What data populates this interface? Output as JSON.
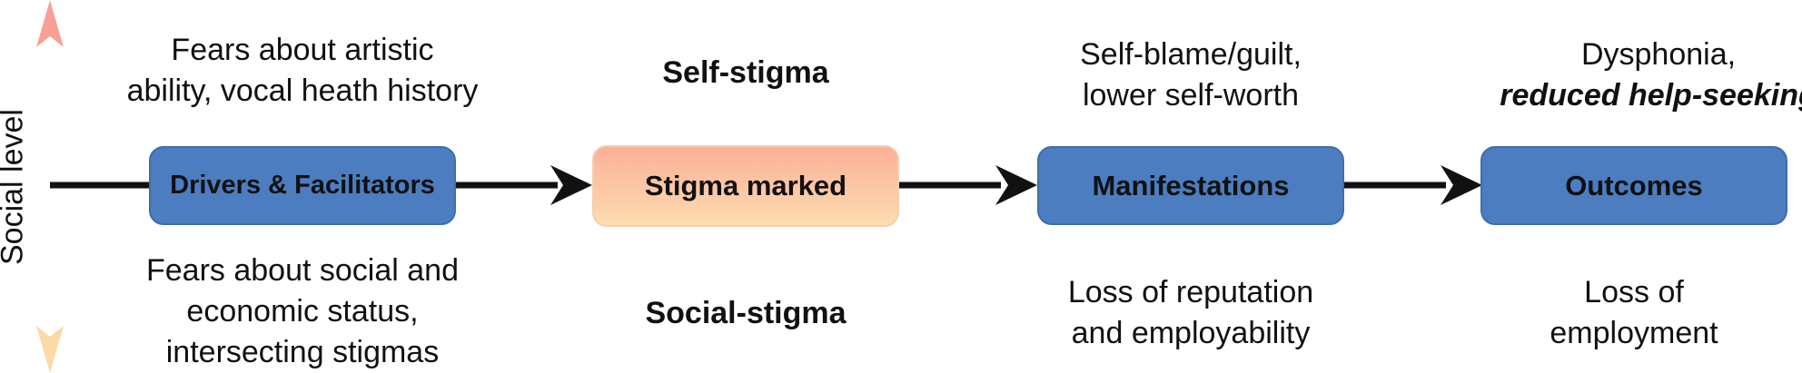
{
  "axis": {
    "label": "Social level",
    "colors": {
      "top": "#f7a196",
      "bottom": "#fdd9a8",
      "line": "#111111"
    }
  },
  "nodes": {
    "drivers": {
      "label": "Drivers & Facilitators"
    },
    "stigma": {
      "label": "Stigma marked"
    },
    "manifestations": {
      "label": "Manifestations"
    },
    "outcomes": {
      "label": "Outcomes"
    }
  },
  "annotations": {
    "drivers_top": [
      "Fears about artistic",
      "ability, vocal heath history"
    ],
    "drivers_bottom": [
      "Fears about social and",
      "economic status,",
      "intersecting stigmas"
    ],
    "stigma_top": "Self-stigma",
    "stigma_bottom": "Social-stigma",
    "manifestations_top": [
      "Self-blame/guilt,",
      "lower self-worth"
    ],
    "manifestations_bottom": [
      "Loss of reputation",
      "and employability"
    ],
    "outcomes_top_line1": "Dysphonia,",
    "outcomes_top_line2": "reduced help-seeking",
    "outcomes_bottom": [
      "Loss of",
      "employment"
    ]
  },
  "colors": {
    "box_blue": "#4b7dc0",
    "box_peach_top": "#fbb097",
    "box_peach_bottom": "#fddcb0"
  }
}
